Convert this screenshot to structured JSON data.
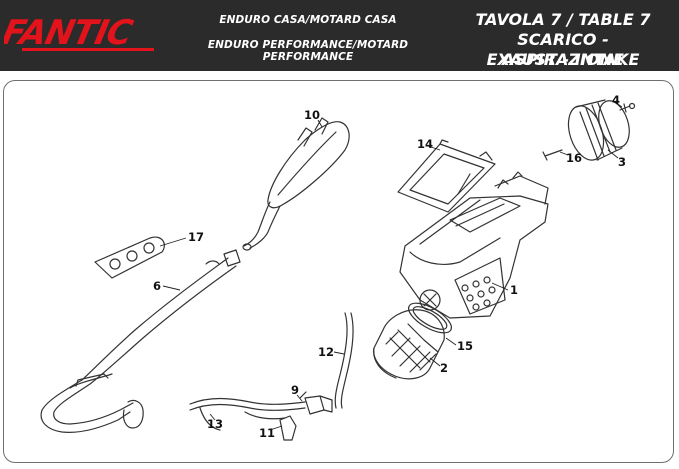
{
  "brand": {
    "logo_text": "FANTIC",
    "logo_color": "#e3131b"
  },
  "header": {
    "models_line1": "ENDURO CASA/MOTARD CASA",
    "models_line2": "ENDURO PERFORMANCE/MOTARD PERFORMANCE",
    "table_title": "TAVOLA 7  /  TABLE 7",
    "section_it": "SCARICO - ASPIRAZIONE",
    "section_en": "EXAUST - INTAKE",
    "background": "#2b2b2b"
  },
  "callouts": {
    "c1": "1",
    "c2": "2",
    "c3": "3",
    "c4": "4",
    "c6": "6",
    "c9": "9",
    "c10": "10",
    "c11": "11",
    "c12": "12",
    "c13": "13",
    "c14": "14",
    "c15": "15",
    "c16": "16",
    "c17": "17"
  }
}
